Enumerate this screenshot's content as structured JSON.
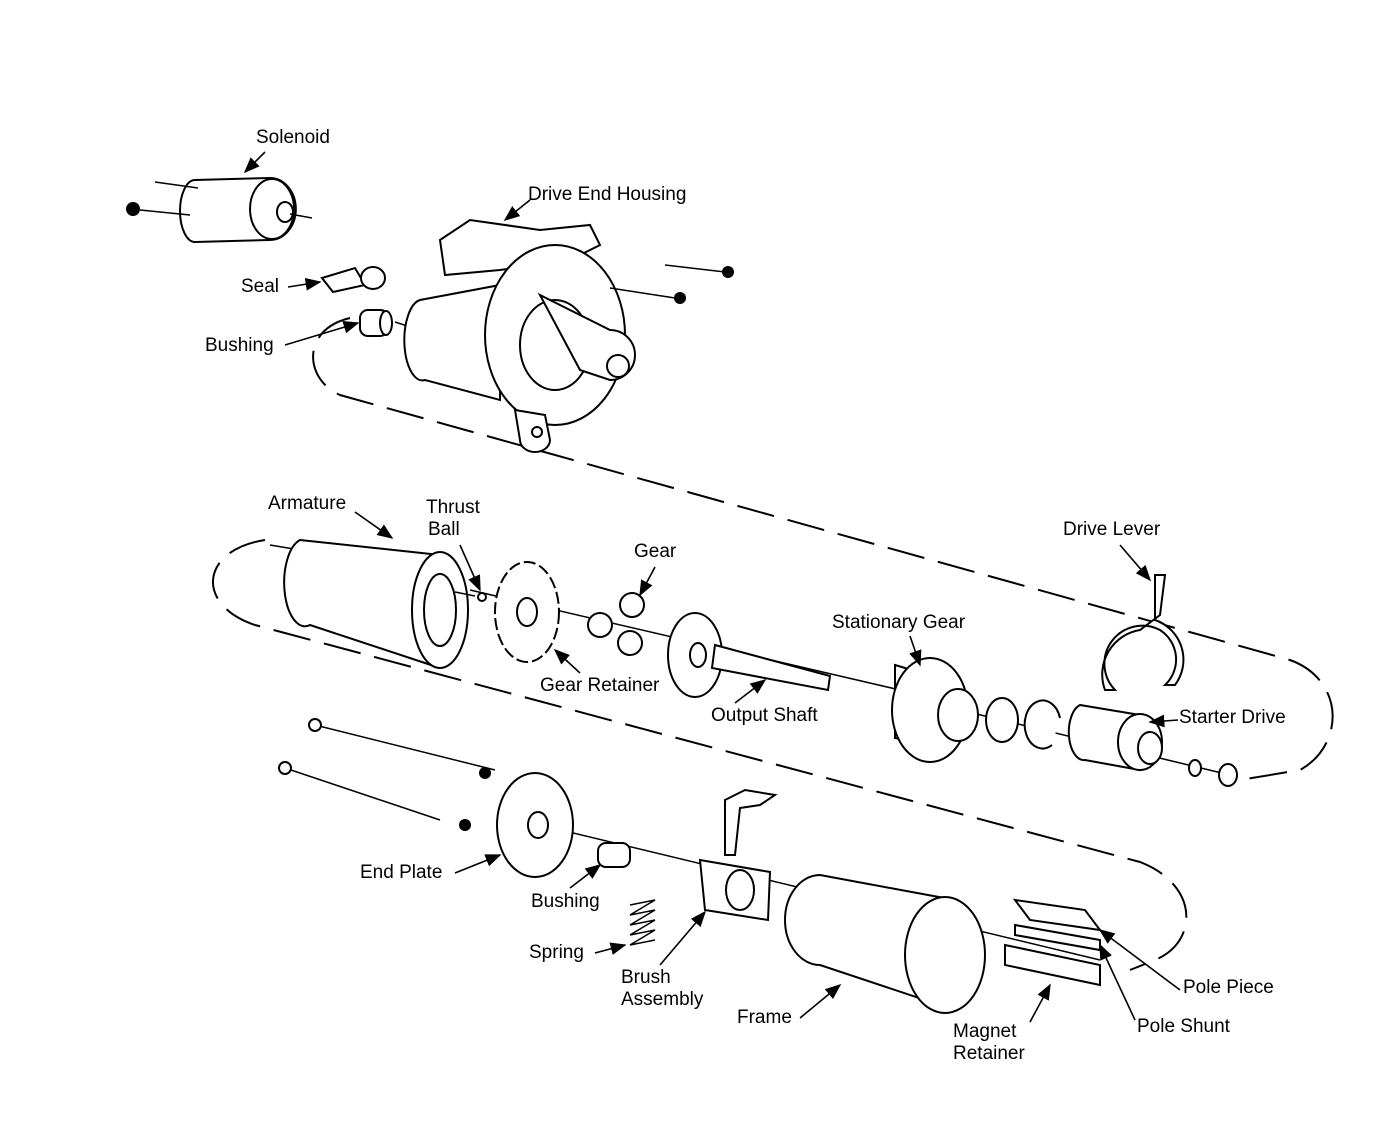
{
  "labels": {
    "solenoid": "Solenoid",
    "drive_end_housing": "Drive End Housing",
    "seal": "Seal",
    "bushing_top": "Bushing",
    "armature": "Armature",
    "thrust_ball_1": "Thrust",
    "thrust_ball_2": "Ball",
    "gear": "Gear",
    "gear_retainer": "Gear Retainer",
    "drive_lever": "Drive Lever",
    "stationary_gear": "Stationary Gear",
    "output_shaft": "Output Shaft",
    "starter_drive": "Starter Drive",
    "end_plate": "End Plate",
    "bushing_bottom": "Bushing",
    "spring": "Spring",
    "brush_assembly_1": "Brush",
    "brush_assembly_2": "Assembly",
    "frame": "Frame",
    "magnet_retainer_1": "Magnet",
    "magnet_retainer_2": "Retainer",
    "pole_piece": "Pole Piece",
    "pole_shunt": "Pole Shunt"
  }
}
